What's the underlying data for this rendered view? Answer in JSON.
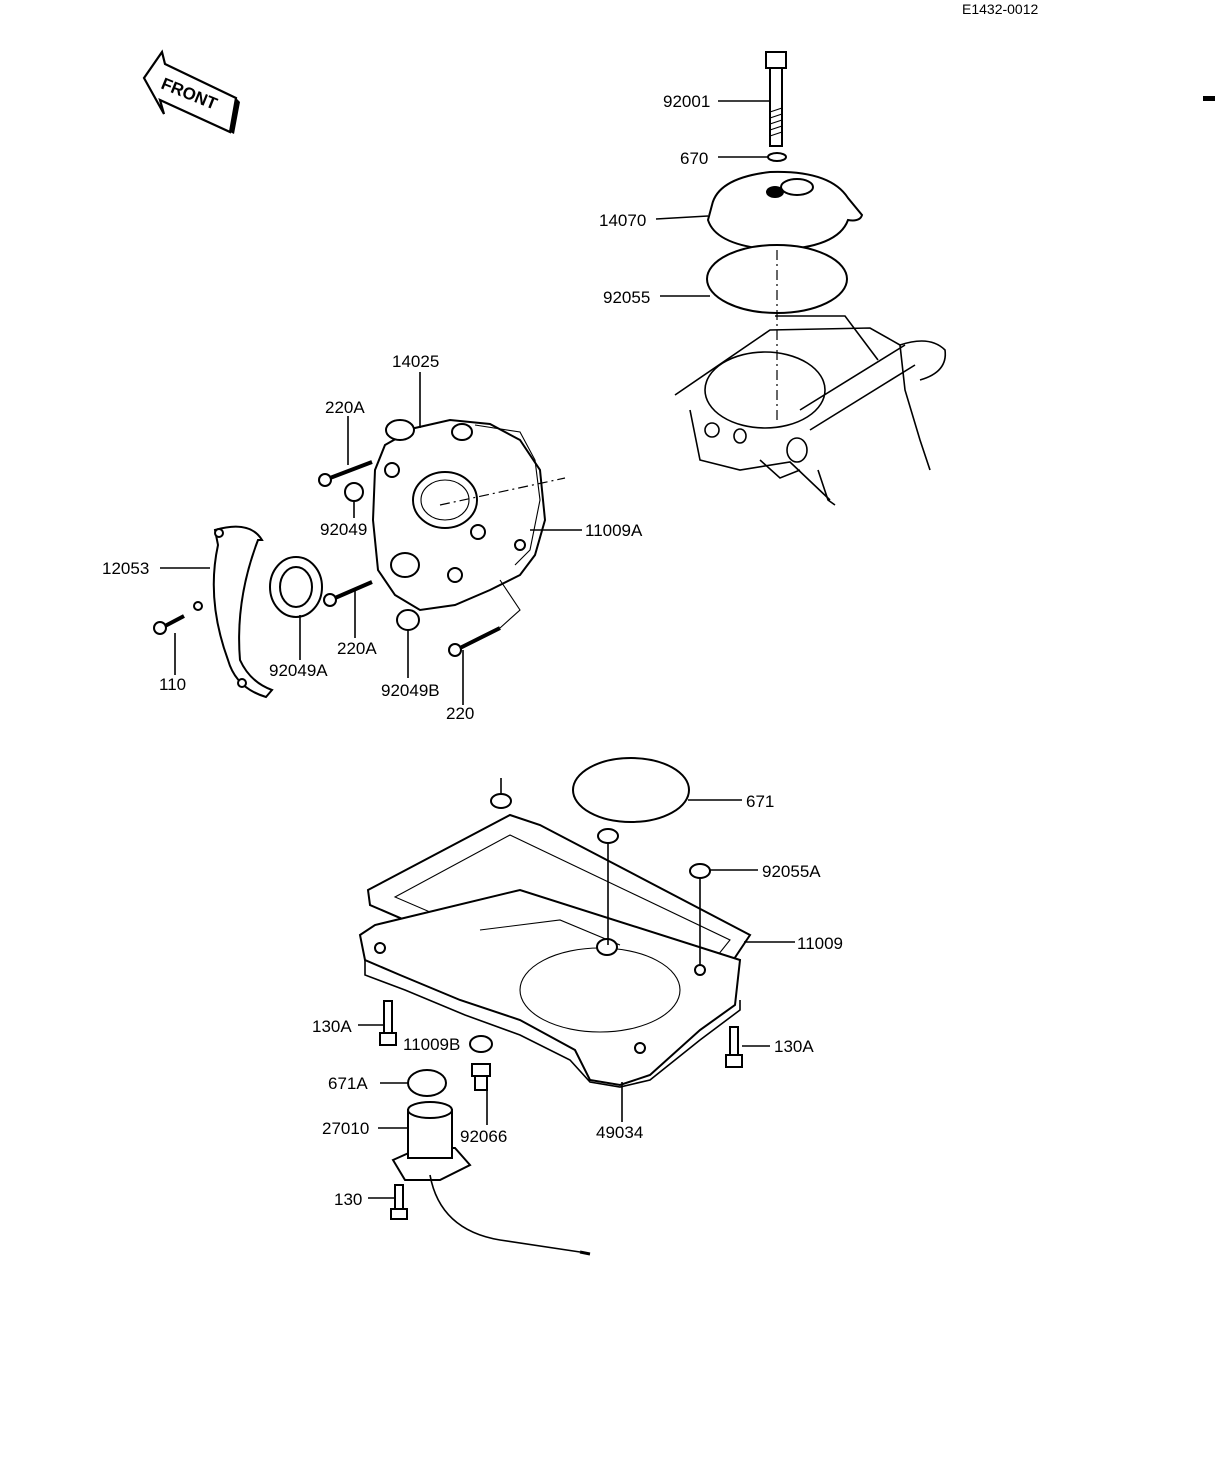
{
  "reference_code": "E1432-0012",
  "front_arrow_text": "FRONT",
  "callouts": {
    "p92001": "92001",
    "p670": "670",
    "p14070": "14070",
    "p92055": "92055",
    "p14025": "14025",
    "p220A_top": "220A",
    "p92049": "92049",
    "p11009A": "11009A",
    "p12053": "12053",
    "p110": "110",
    "p92049A": "92049A",
    "p220A_bottom": "220A",
    "p92049B": "92049B",
    "p220": "220",
    "p671": "671",
    "p92055A": "92055A",
    "p11009": "11009",
    "p130A_left": "130A",
    "p11009B": "11009B",
    "p130A_right": "130A",
    "p671A": "671A",
    "p27010": "27010",
    "p92066": "92066",
    "p49034": "49034",
    "p130": "130"
  }
}
